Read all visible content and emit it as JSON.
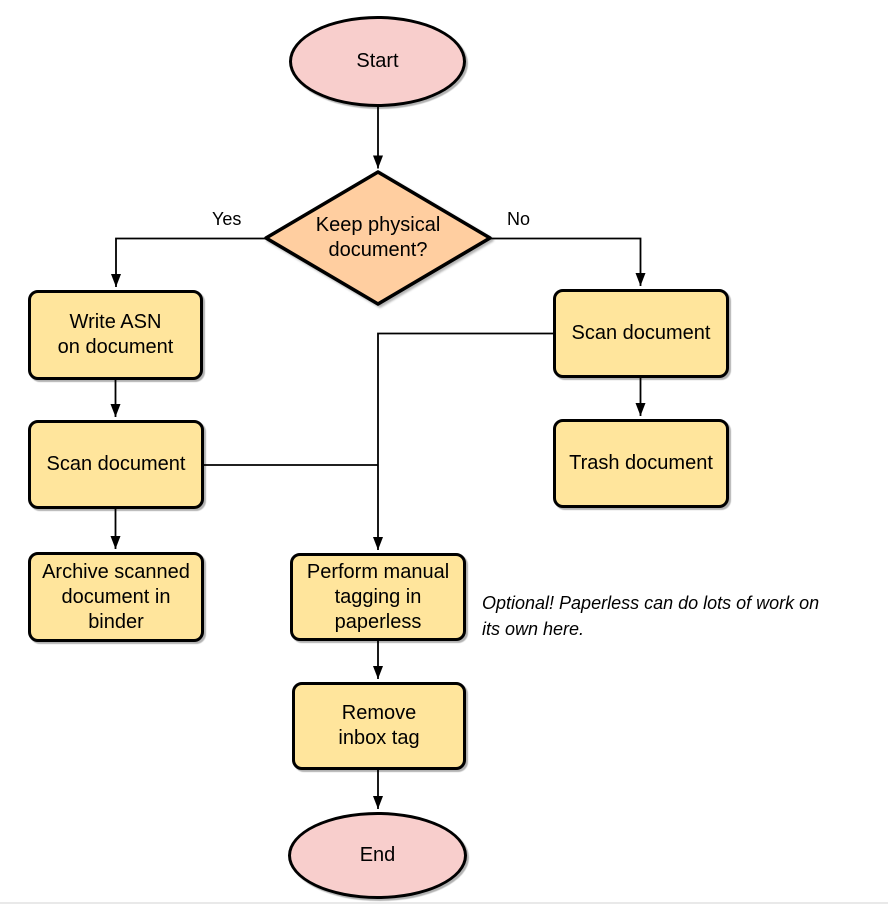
{
  "colors": {
    "terminal_fill": "#F8CECC",
    "decision_fill": "#FFCEA0",
    "process_fill": "#FFE59C",
    "node_border": "#000000",
    "edge_line": "#000000",
    "text": "#000000",
    "divider": "#E9E9E9"
  },
  "flowchart": {
    "nodes": {
      "start": {
        "type": "terminal",
        "lines": [
          "Start"
        ]
      },
      "decision": {
        "type": "decision",
        "lines": [
          "Keep physical",
          "document?"
        ]
      },
      "write_asn": {
        "type": "process",
        "lines": [
          "Write ASN",
          "on document"
        ]
      },
      "scan_left": {
        "type": "process",
        "lines": [
          "Scan document"
        ]
      },
      "archive": {
        "type": "process",
        "lines": [
          "Archive scanned",
          "document in",
          "binder"
        ]
      },
      "scan_right": {
        "type": "process",
        "lines": [
          "Scan document"
        ]
      },
      "trash": {
        "type": "process",
        "lines": [
          "Trash document"
        ]
      },
      "tagging": {
        "type": "process",
        "lines": [
          "Perform manual",
          "tagging in",
          "paperless"
        ]
      },
      "remove_inbox": {
        "type": "process",
        "lines": [
          "Remove",
          "inbox tag"
        ]
      },
      "end": {
        "type": "terminal",
        "lines": [
          "End"
        ]
      }
    },
    "edge_labels": {
      "yes": "Yes",
      "no": "No"
    },
    "annotation": {
      "lines": [
        "Optional! Paperless can do lots of work on",
        "its own here."
      ]
    }
  }
}
